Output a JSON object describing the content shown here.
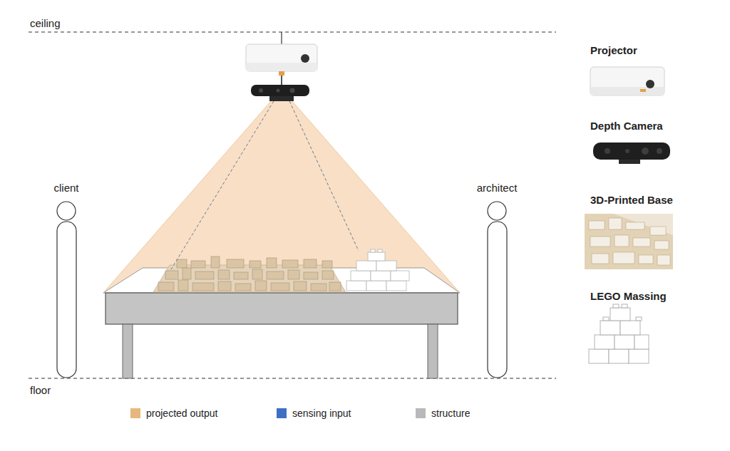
{
  "diagram": {
    "labels": [
      "ceiling",
      "floor",
      "client",
      "architect",
      "Projector",
      "Depth Camera",
      "3D-Printed Base",
      "LEGO Massing"
    ],
    "legend": [
      {
        "text": "projected output",
        "color": "#e8b67f"
      },
      {
        "text": "sensing input",
        "color": "#3f6fc4"
      },
      {
        "text": "structure",
        "color": "#b9b9b9"
      }
    ]
  }
}
